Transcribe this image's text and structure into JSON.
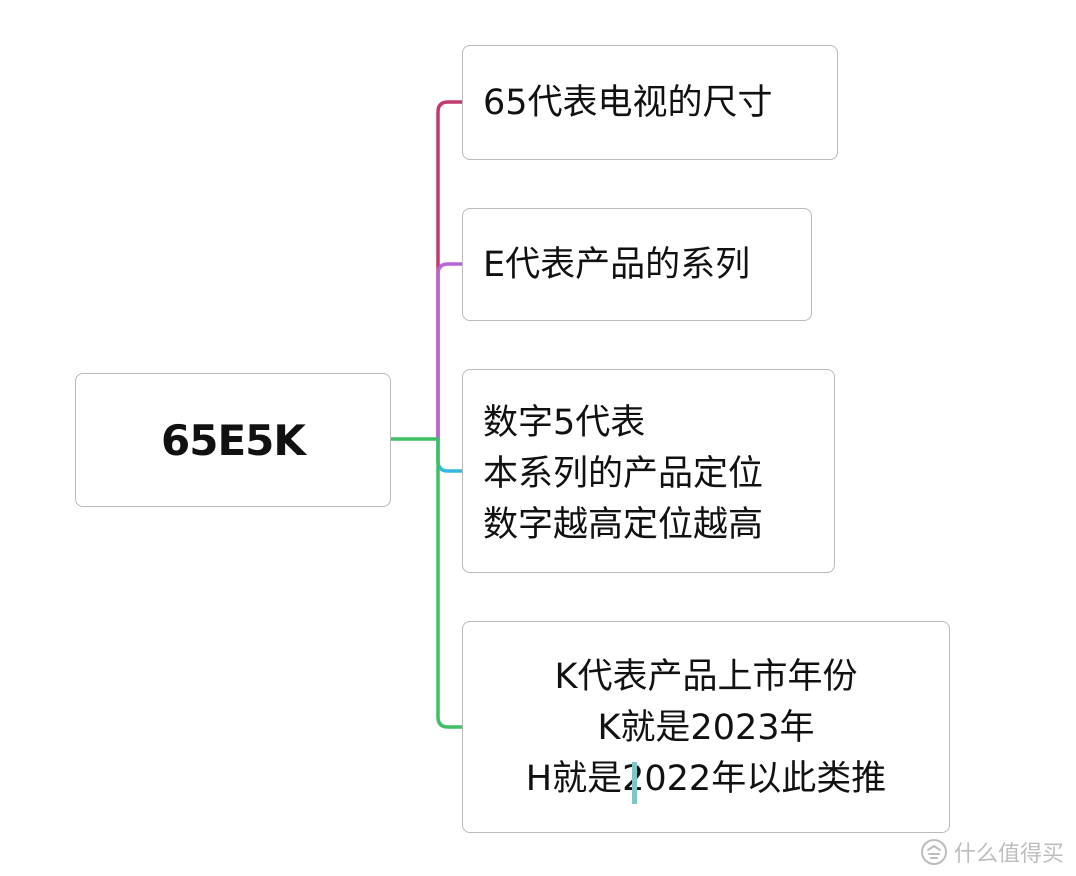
{
  "root": {
    "label": "65E5K"
  },
  "children": [
    {
      "lines": [
        "65代表电视的尺寸"
      ]
    },
    {
      "lines": [
        "E代表产品的系列"
      ]
    },
    {
      "lines": [
        "数字5代表",
        "本系列的产品定位",
        "数字越高定位越高"
      ]
    },
    {
      "lines": [
        "K代表产品上市年份",
        "K就是2023年",
        "H就是2022年以此类推"
      ]
    }
  ],
  "connector_colors": {
    "branch_1": "#c33a70",
    "branch_2": "#b865d6",
    "branch_3": "#33b7e0",
    "branch_4": "#3fbf64",
    "root_link": "#3fbf64"
  },
  "text_caret": {
    "color": "#7fc7c7"
  },
  "watermark": {
    "text": "什么值得买",
    "icon": "smzdm-logo-icon"
  }
}
